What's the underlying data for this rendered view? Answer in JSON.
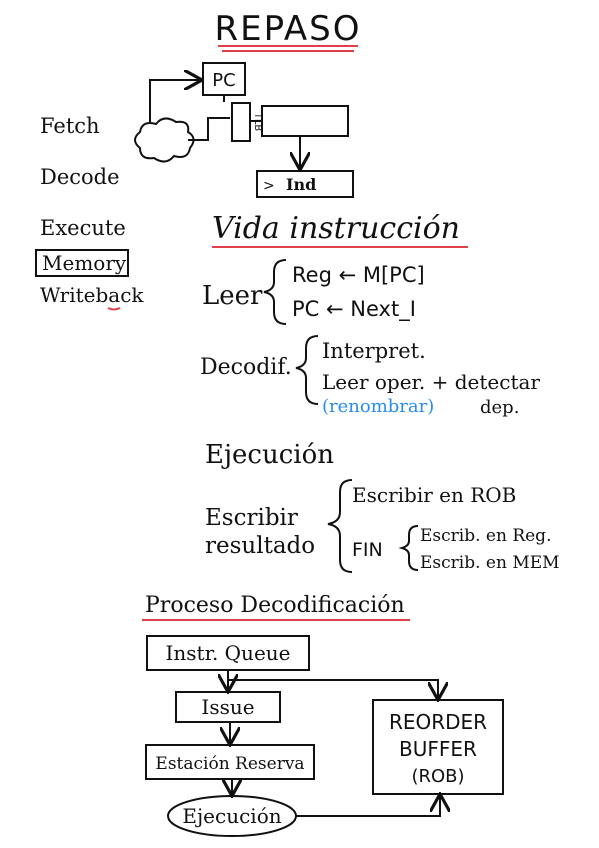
{
  "title": "REPASO",
  "pipeline": {
    "stages": [
      "Fetch",
      "Decode",
      "Execute",
      "Memory",
      "Writeback"
    ],
    "pc_label": "PC",
    "tlb_label": "TLB",
    "ind_label": "Ind",
    "ind_marker": ">"
  },
  "vida": {
    "heading": "Vida instrucción",
    "leer": {
      "label": "Leer",
      "items": [
        "Reg ← M[PC]",
        "PC ← Next_I"
      ]
    },
    "decodif": {
      "label": "Decodif.",
      "items": [
        "Interpret.",
        "Leer oper. + detectar",
        "dep."
      ],
      "note": "(renombrar)"
    },
    "ejecucion": "Ejecución",
    "escribir": {
      "label_line1": "Escribir",
      "label_line2": "resultado",
      "rob_item": "Escribir en ROB",
      "fin_label": "FIN",
      "fin_items": [
        "Escrib. en Reg.",
        "Escrib. en MEM"
      ]
    }
  },
  "proceso": {
    "heading": "Proceso Decodificación",
    "instr_queue": "Instr. Queue",
    "issue": "Issue",
    "estacion": "Estación Reserva",
    "ejecucion": "Ejecución",
    "rob_lines": [
      "REORDER",
      "BUFFER",
      "(ROB)"
    ]
  },
  "colors": {
    "underline": "#e0404a",
    "ink": "#111111",
    "blue_note": "#2a8cf0"
  }
}
